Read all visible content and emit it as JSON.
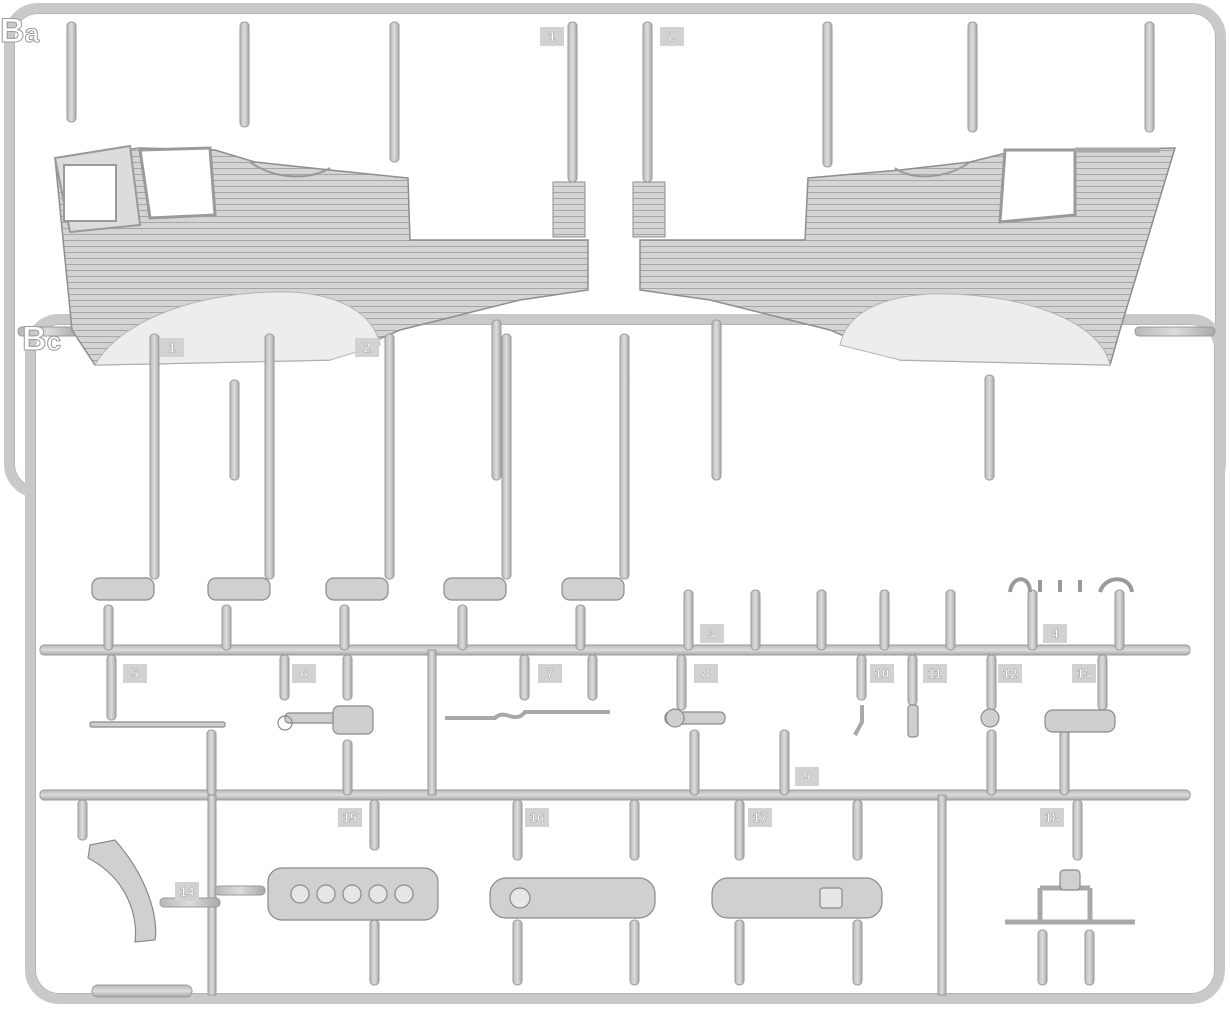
{
  "sprue_a": {
    "letter": "B",
    "sub": "a",
    "part_numbers": [
      "1",
      "2"
    ]
  },
  "sprue_c": {
    "letter": "B",
    "sub": "c",
    "part_numbers": [
      "1",
      "2",
      "3",
      "4",
      "5",
      "6",
      "7",
      "8",
      "9",
      "10",
      "11",
      "12",
      "13",
      "14",
      "15",
      "16",
      "17",
      "18"
    ]
  },
  "colors": {
    "plastic": "#c9c9c9",
    "plastic_dark": "#9d9d9d",
    "panel": "#d8d8d8",
    "panel_rib": "#a8a8a8",
    "background": "#ffffff"
  }
}
